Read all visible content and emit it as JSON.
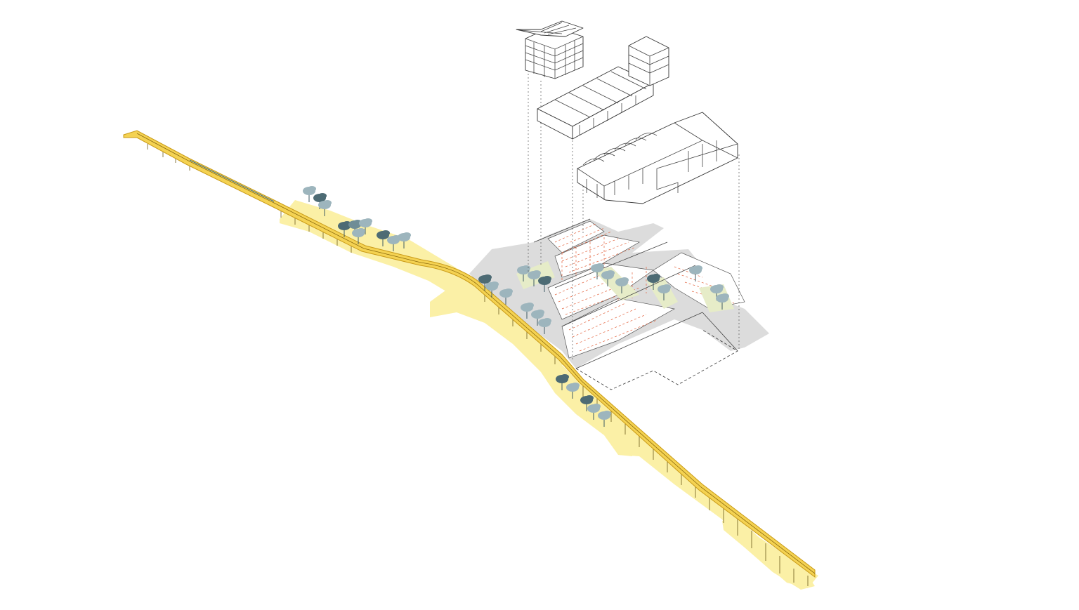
{
  "diagram": {
    "kind": "isometric-axonometric-site-diagram",
    "colors": {
      "background": "#ffffff",
      "ground_yellow": "#fbf0a6",
      "viaduct_yellow": "#f4d252",
      "viaduct_edge": "#c99a16",
      "site_gray": "#dcdcdc",
      "tree_dark": "#4d6b74",
      "tree_light": "#9db5bd",
      "tree_mid": "#6f8d96",
      "planting_green": "#e6ecc8",
      "grid_red": "#e2603a",
      "linework": "#333333"
    },
    "elements": {
      "viaduct": "elevated-rail-viaduct",
      "ground_plane": "yellow-ground-strip",
      "site_plan": "gray-site-parcels",
      "buildings": [
        "tower-building",
        "long-shed-with-block",
        "vaulted-market-hall"
      ],
      "trees": "tree-clusters",
      "projection_lines": "dotted-projection-lines"
    }
  }
}
